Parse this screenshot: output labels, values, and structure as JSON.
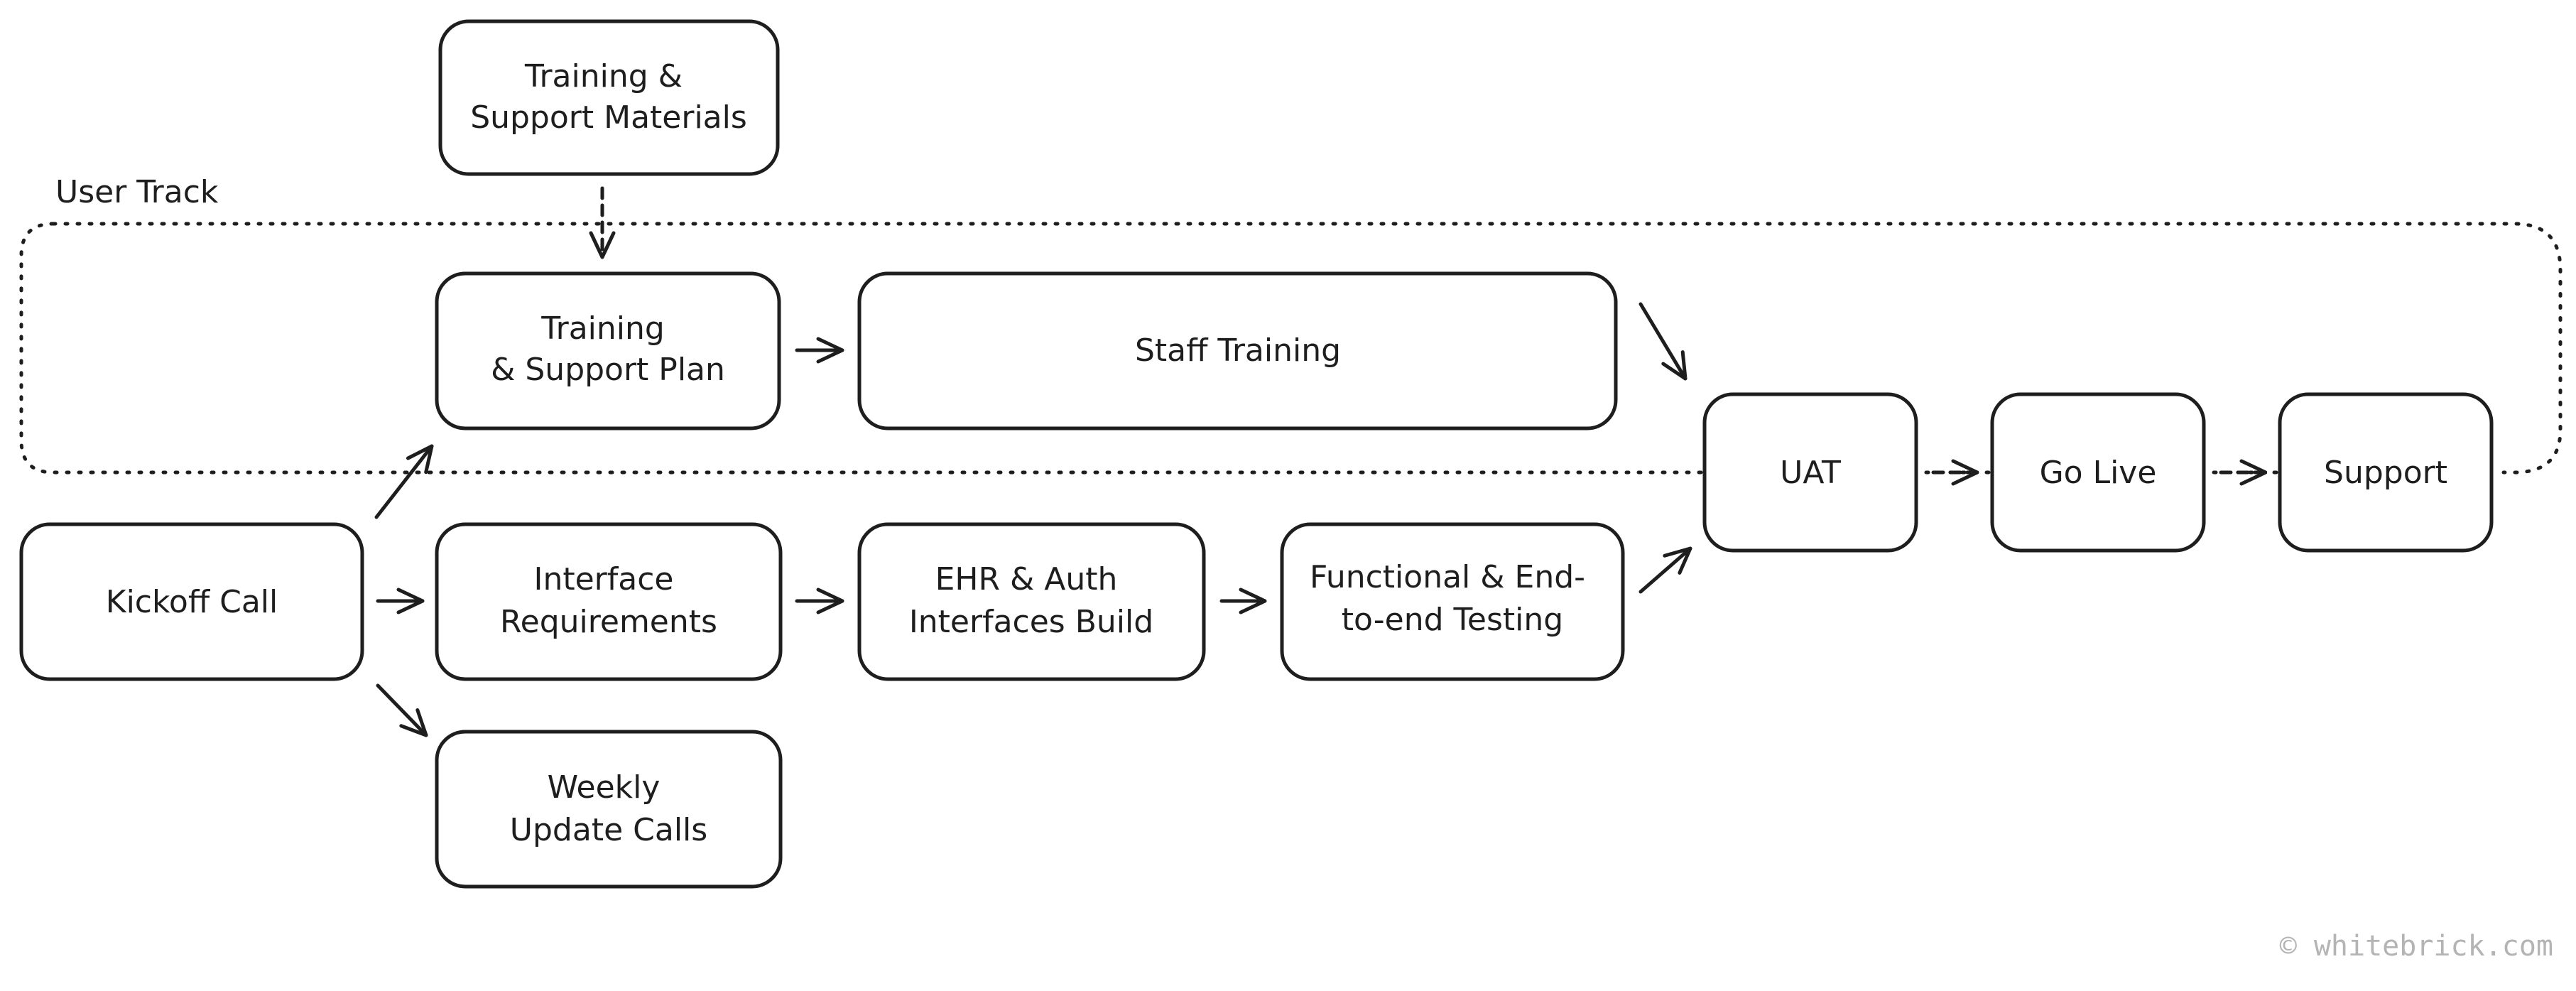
{
  "track": {
    "label": "User Track"
  },
  "nodes": {
    "training_materials": {
      "lines": [
        "Training &",
        "Support Materials"
      ]
    },
    "training_plan": {
      "lines": [
        "Training",
        "& Support Plan"
      ]
    },
    "staff_training": {
      "lines": [
        "Staff Training"
      ]
    },
    "kickoff": {
      "lines": [
        "Kickoff Call"
      ]
    },
    "interface_requirements": {
      "lines": [
        "Interface",
        "Requirements"
      ]
    },
    "interfaces_build": {
      "lines": [
        "EHR & Auth",
        "Interfaces Build"
      ]
    },
    "testing": {
      "lines": [
        "Functional & End-",
        "to-end Testing"
      ]
    },
    "weekly_calls": {
      "lines": [
        "Weekly",
        "Update Calls"
      ]
    },
    "uat": {
      "lines": [
        "UAT"
      ]
    },
    "go_live": {
      "lines": [
        "Go Live"
      ]
    },
    "support": {
      "lines": [
        "Support"
      ]
    }
  },
  "edges": [
    {
      "from": "training_materials",
      "to": "training_plan",
      "style": "dashed"
    },
    {
      "from": "kickoff",
      "to": "training_plan",
      "style": "solid"
    },
    {
      "from": "kickoff",
      "to": "interface_requirements",
      "style": "solid"
    },
    {
      "from": "kickoff",
      "to": "weekly_calls",
      "style": "solid"
    },
    {
      "from": "training_plan",
      "to": "staff_training",
      "style": "solid"
    },
    {
      "from": "staff_training",
      "to": "uat",
      "style": "solid"
    },
    {
      "from": "interface_requirements",
      "to": "interfaces_build",
      "style": "solid"
    },
    {
      "from": "interfaces_build",
      "to": "testing",
      "style": "solid"
    },
    {
      "from": "testing",
      "to": "uat",
      "style": "solid"
    },
    {
      "from": "uat",
      "to": "go_live",
      "style": "dashed"
    },
    {
      "from": "go_live",
      "to": "support",
      "style": "dashed"
    }
  ],
  "credit": "© whitebrick.com",
  "colors": {
    "ink": "#1e1e1e",
    "background": "#ffffff",
    "credit": "#b4b4b4"
  }
}
